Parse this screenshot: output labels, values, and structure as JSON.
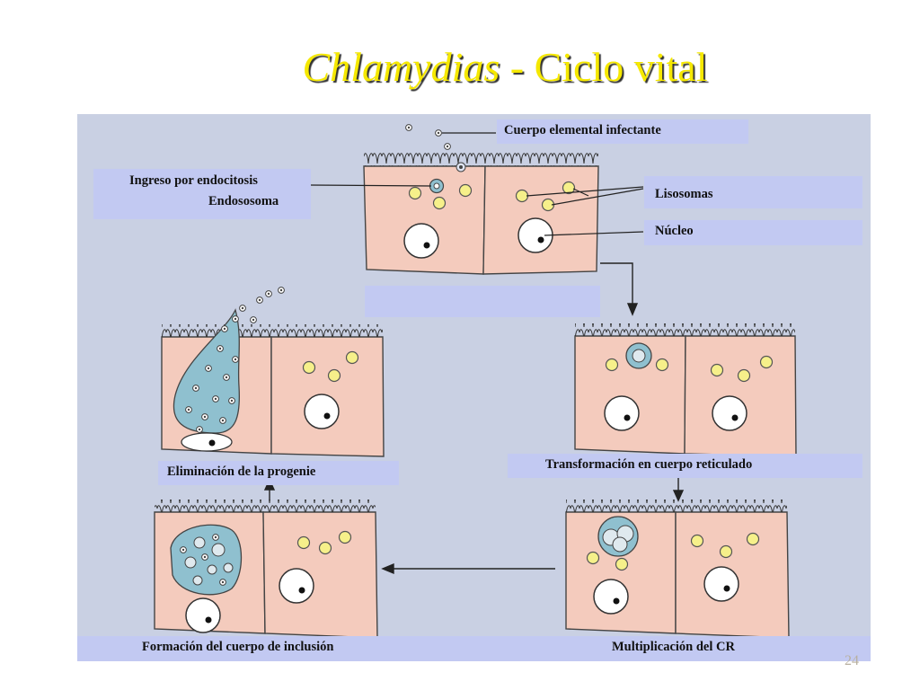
{
  "title": {
    "italic": "Chlamydias",
    "rest": " - Ciclo vital"
  },
  "labels": {
    "elemental": "Cuerpo elemental infectante",
    "ingreso": "Ingreso por  endocitosis",
    "endososoma": "Endososoma",
    "lisosomas": "Lisosomas",
    "nucleo": "Núcleo",
    "blank": "",
    "eliminacion": "Eliminación de la progenie",
    "transformacion": "Transformación en cuerpo reticulado",
    "formacion": "Formación del cuerpo de inclusión",
    "multiplicacion": "Multiplicación del CR"
  },
  "page_number": "24",
  "colors": {
    "title": "#f5e800",
    "panel": "#c9d0e3",
    "label_bg": "#c2c9f2",
    "cell": "#f4cbbd",
    "inclusion": "#8fc0cf",
    "lysosome": "#f6f08a"
  }
}
